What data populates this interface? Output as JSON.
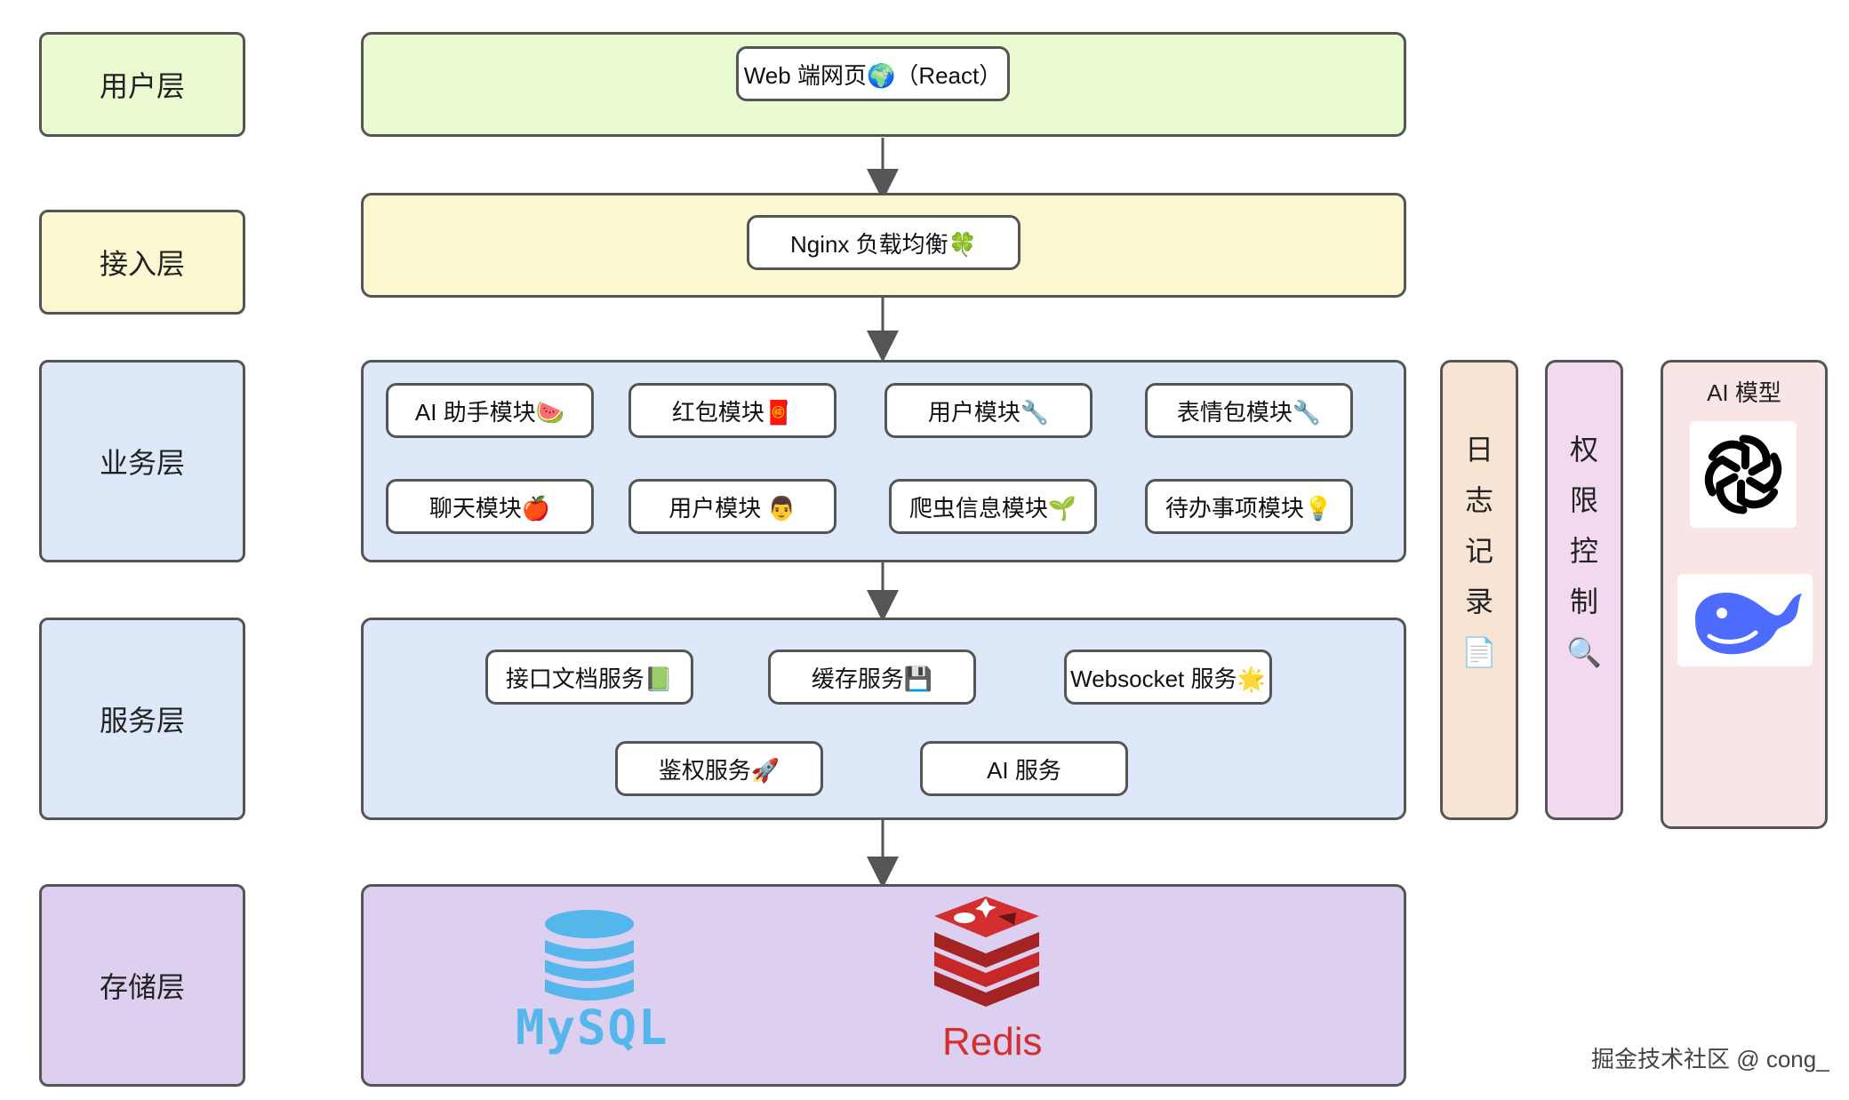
{
  "colors": {
    "user": "#eafad1",
    "access": "#fbf7d0",
    "business": "#dde9f8",
    "service": "#dde9f8",
    "storage": "#dccff0",
    "log": "#f7e4d3",
    "auth": "#f3d9ef",
    "model": "#f8e6e6",
    "mysql": "#55b6ec",
    "redis": "#d32f2f"
  },
  "layers": {
    "user": "用户层",
    "access": "接入层",
    "business": "业务层",
    "service": "服务层",
    "storage": "存储层"
  },
  "user_layer": {
    "web": "Web 端网页🌍（React）"
  },
  "access_layer": {
    "nginx": "Nginx 负载均衡🍀"
  },
  "business_layer": {
    "row1": [
      "AI 助手模块🍉",
      "红包模块🧧",
      "用户模块🔧",
      "表情包模块🔧"
    ],
    "row2": [
      "聊天模块🍎",
      "用户模块 👨",
      "爬虫信息模块🌱",
      "待办事项模块💡"
    ]
  },
  "service_layer": {
    "row1": [
      "接口文档服务📗",
      "缓存服务💾",
      "Websocket 服务🌟"
    ],
    "row2": [
      "鉴权服务🚀",
      "AI 服务"
    ]
  },
  "storage_layer": {
    "mysql": "MySQL",
    "redis": "Redis"
  },
  "side_panels": {
    "log": {
      "chars": [
        "日",
        "志",
        "记",
        "录"
      ],
      "icon": "📄"
    },
    "auth": {
      "chars": [
        "权",
        "限",
        "控",
        "制"
      ],
      "icon": "🔍"
    },
    "model": {
      "title": "AI 模型",
      "icons": [
        "openai-icon",
        "deepseek-whale-icon"
      ]
    }
  },
  "footer": {
    "watermark": "掘金技术社区 @ cong_"
  }
}
